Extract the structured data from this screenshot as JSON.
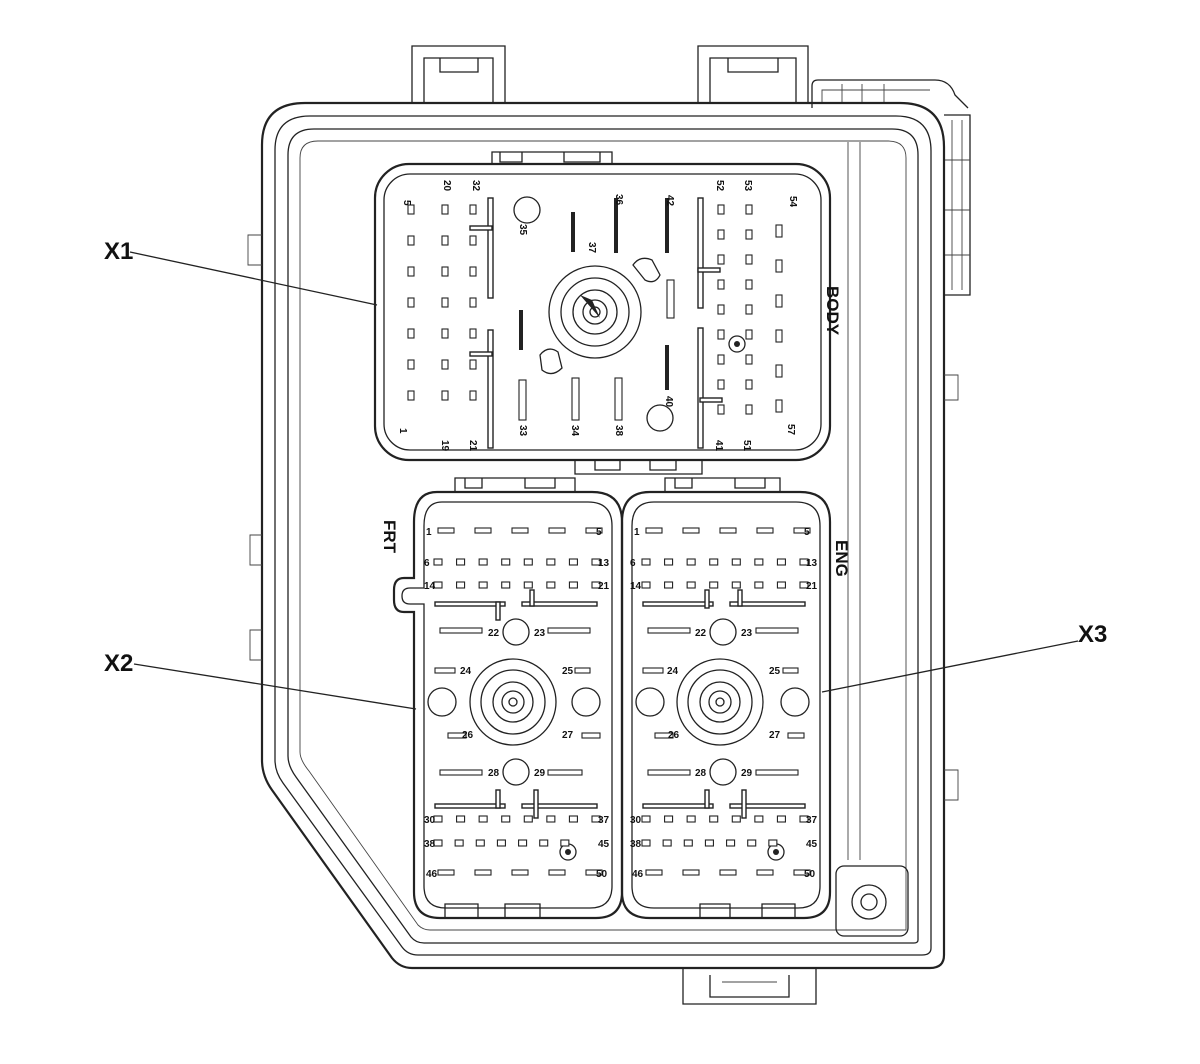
{
  "callouts": {
    "x1": "X1",
    "x2": "X2",
    "x3": "X3"
  },
  "side_labels": {
    "body": "BODY",
    "frt": "FRT",
    "eng": "ENG"
  },
  "x1_pins": {
    "p5": "5",
    "p20": "20",
    "p32": "32",
    "p35": "35",
    "p36": "36",
    "p37": "37",
    "p42": "42",
    "p52": "52",
    "p53": "53",
    "p54": "54",
    "p40": "40",
    "p1": "1",
    "p19": "19",
    "p21": "21",
    "p33": "33",
    "p34": "34",
    "p38": "38",
    "p41": "41",
    "p51": "51",
    "p57": "57"
  },
  "x2_pins": {
    "p1": "1",
    "p5": "5",
    "p6": "6",
    "p13": "13",
    "p14": "14",
    "p21": "21",
    "p22": "22",
    "p23": "23",
    "p24": "24",
    "p25": "25",
    "p26": "26",
    "p27": "27",
    "p28": "28",
    "p29": "29",
    "p30": "30",
    "p37": "37",
    "p38": "38",
    "p45": "45",
    "p46": "46",
    "p50": "50"
  },
  "x3_pins": {
    "p1": "1",
    "p5": "5",
    "p6": "6",
    "p13": "13",
    "p14": "14",
    "p21": "21",
    "p22": "22",
    "p23": "23",
    "p24": "24",
    "p25": "25",
    "p26": "26",
    "p27": "27",
    "p28": "28",
    "p29": "29",
    "p30": "30",
    "p37": "37",
    "p38": "38",
    "p45": "45",
    "p46": "46",
    "p50": "50"
  }
}
